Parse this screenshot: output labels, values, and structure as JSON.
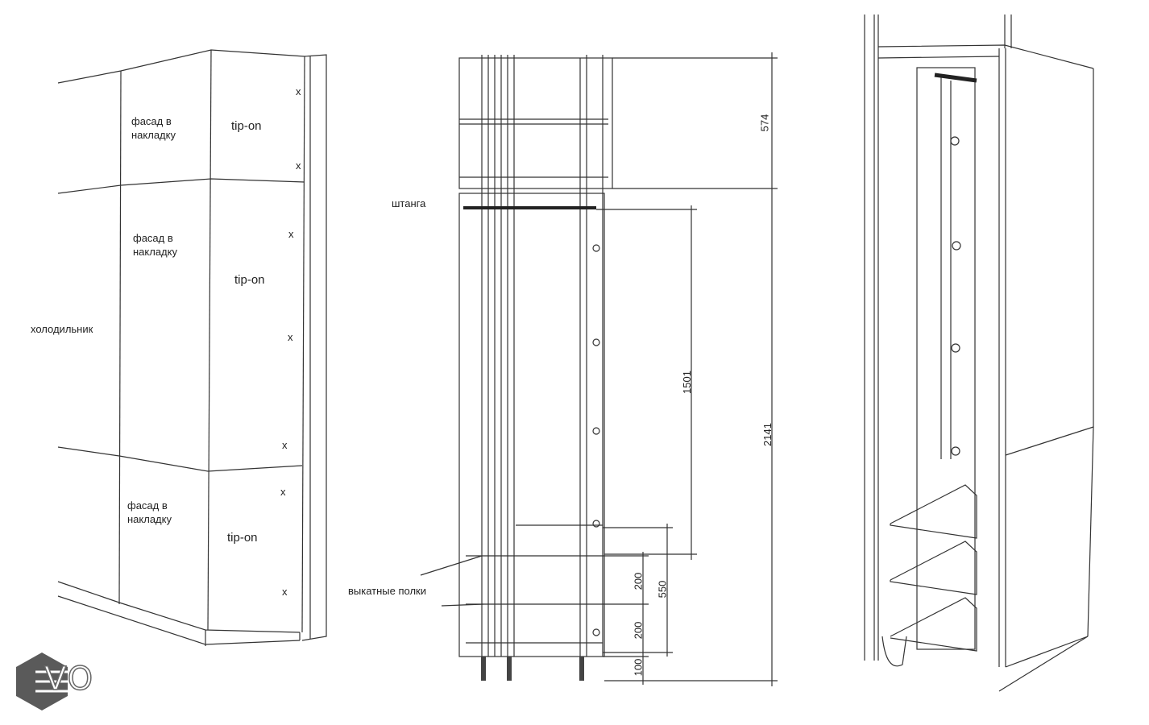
{
  "left_view": {
    "top_facade": "фасад в накладку",
    "middle_facade": "фасад в накладку",
    "bottom_facade": "фасад в накладку",
    "tip_on_top": "tip-on",
    "tip_on_middle": "tip-on",
    "tip_on_bottom": "tip-on",
    "fridge": "холодильник",
    "marks": [
      "x",
      "x",
      "x",
      "x",
      "x",
      "x",
      "x"
    ]
  },
  "center_view": {
    "rod_label": "штанга",
    "pullout_label": "выкатные полки",
    "dimensions": {
      "top_height": "574",
      "total_height": "2141",
      "rod_height": "1501",
      "shelf_block": "550",
      "shelf_gap_1": "200",
      "shelf_gap_2": "200",
      "plinth": "100"
    }
  },
  "logo": {
    "text": "VO",
    "color": "#5a5a5a"
  }
}
